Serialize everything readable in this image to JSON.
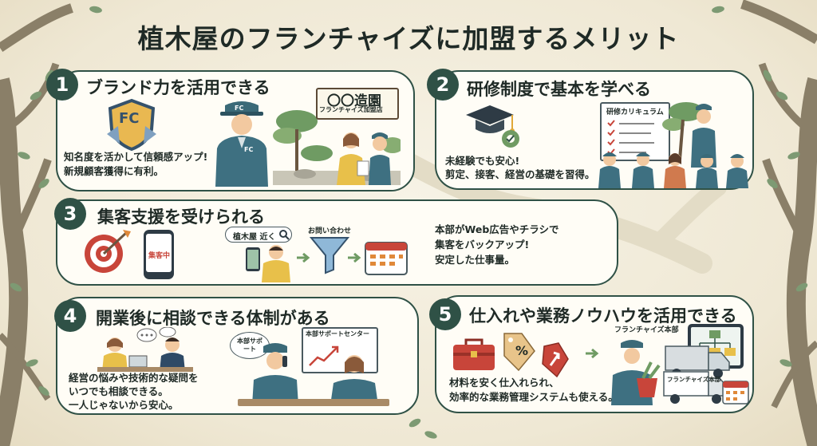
{
  "title": "植木屋のフランチャイズに加盟するメリット",
  "colors": {
    "accent": "#2f5146",
    "card_bg": "#fffdf6",
    "background": "#efe8d4",
    "orange": "#e0893a",
    "red": "#c8453a"
  },
  "cards": [
    {
      "number": "1",
      "heading": "ブランド力を活用できる",
      "body_lines": [
        "知名度を活かして信頼感アップ!",
        "新規顧客獲得に有利。"
      ],
      "badge": "FC",
      "uniform_mark": "FC",
      "sign_title": "〇〇造園",
      "sign_sub": "フランチャイズ加盟店"
    },
    {
      "number": "2",
      "heading": "研修制度で基本を学べる",
      "body_lines": [
        "未経験でも安心!",
        "剪定、接客、経営の基礎を習得。"
      ],
      "board_title": "研修カリキュラム"
    },
    {
      "number": "3",
      "heading": "集客支援を受けられる",
      "body_lines": [
        "本部がWeb広告やチラシで",
        "集客をバックアップ!",
        "安定した仕事量。"
      ],
      "phone_text": "集客中",
      "search_text": "植木屋 近く",
      "funnel_label": "お問い合わせ"
    },
    {
      "number": "4",
      "heading": "開業後に相談できる体制がある",
      "body_lines": [
        "経営の悩みや技術的な疑問を",
        "いつでも相談できる。",
        "一人じゃないから安心。"
      ],
      "bubble_text": "本部サポート",
      "support_center": "本部サポートセンター"
    },
    {
      "number": "5",
      "heading": "仕入れや業務ノウハウを活用できる",
      "body_lines": [
        "材料を安く仕入れられ、",
        "効率的な業務管理システムも使える。"
      ],
      "hq_label": "フランチャイズ本部",
      "truck_label": "フランチャイズ本部",
      "tag_symbol": "%"
    }
  ]
}
